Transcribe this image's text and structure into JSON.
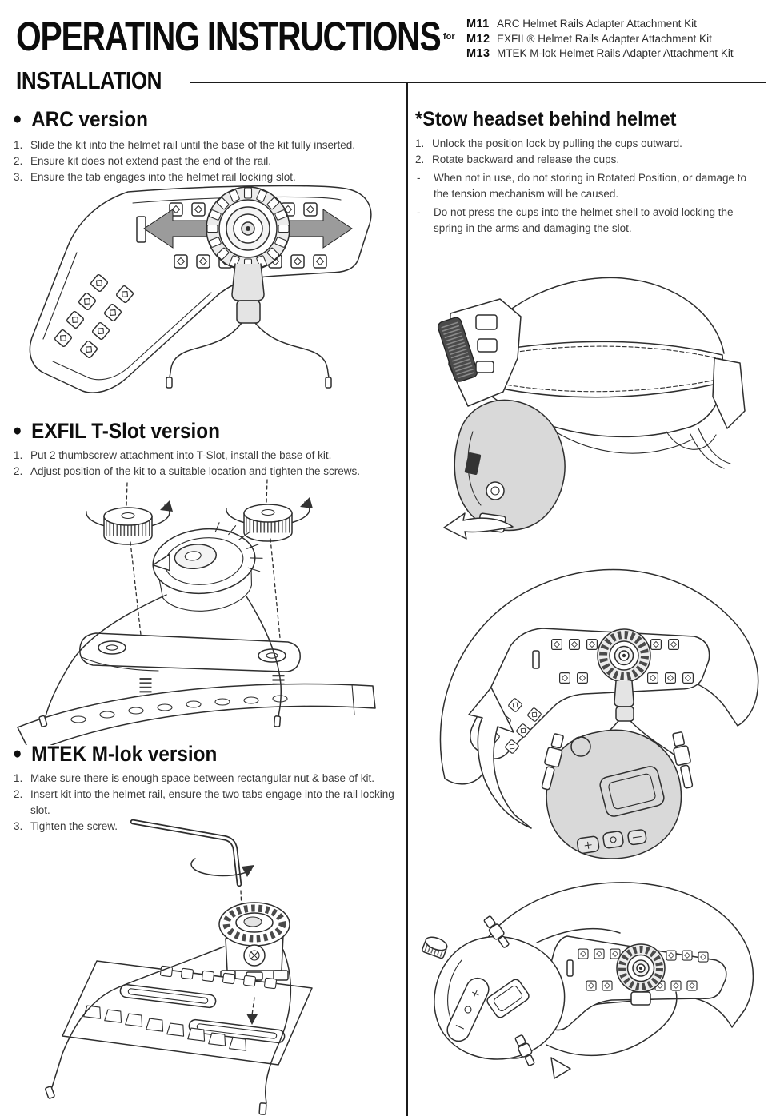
{
  "header": {
    "title": "OPERATING INSTRUCTIONS",
    "for_label": "for",
    "kits": [
      {
        "model": "M11",
        "name": "ARC Helmet Rails Adapter Attachment Kit"
      },
      {
        "model": "M12",
        "name": "EXFIL® Helmet Rails Adapter Attachment Kit"
      },
      {
        "model": "M13",
        "name": "MTEK M-lok Helmet Rails Adapter Attachment Kit"
      }
    ]
  },
  "section_title": "INSTALLATION",
  "left": {
    "arc": {
      "title": "ARC version",
      "steps": [
        "Slide the kit into the helmet rail until the base of the kit fully inserted.",
        "Ensure kit does not extend past the end of the rail.",
        "Ensure the tab engages into the helmet rail locking slot."
      ]
    },
    "exfil": {
      "title": "EXFIL T-Slot version",
      "steps": [
        "Put 2 thumbscrew attachment into T-Slot, install the base of kit.",
        "Adjust position of the kit to a suitable location and tighten the screws."
      ]
    },
    "mtek": {
      "title": "MTEK M-lok version",
      "steps": [
        "Make sure there is enough space between rectangular nut & base of kit.",
        "Insert kit into the helmet rail, ensure the two tabs engage into the rail locking slot.",
        "Tighten the screw."
      ]
    }
  },
  "right": {
    "stow": {
      "title": "*Stow headset behind  helmet",
      "steps": [
        "Unlock the position lock by pulling the cups outward.",
        "Rotate backward and release the cups."
      ],
      "notes": [
        "When not in use, do not storing in Rotated Position, or damage to the tension mechanism will be caused.",
        "Do not press the cups into the helmet shell to avoid locking the spring in the arms and damaging the slot."
      ]
    }
  },
  "colors": {
    "line": "#2e2e2e",
    "arrow-gray": "#9b9b9b",
    "cup-gray": "#d9d9d9"
  }
}
